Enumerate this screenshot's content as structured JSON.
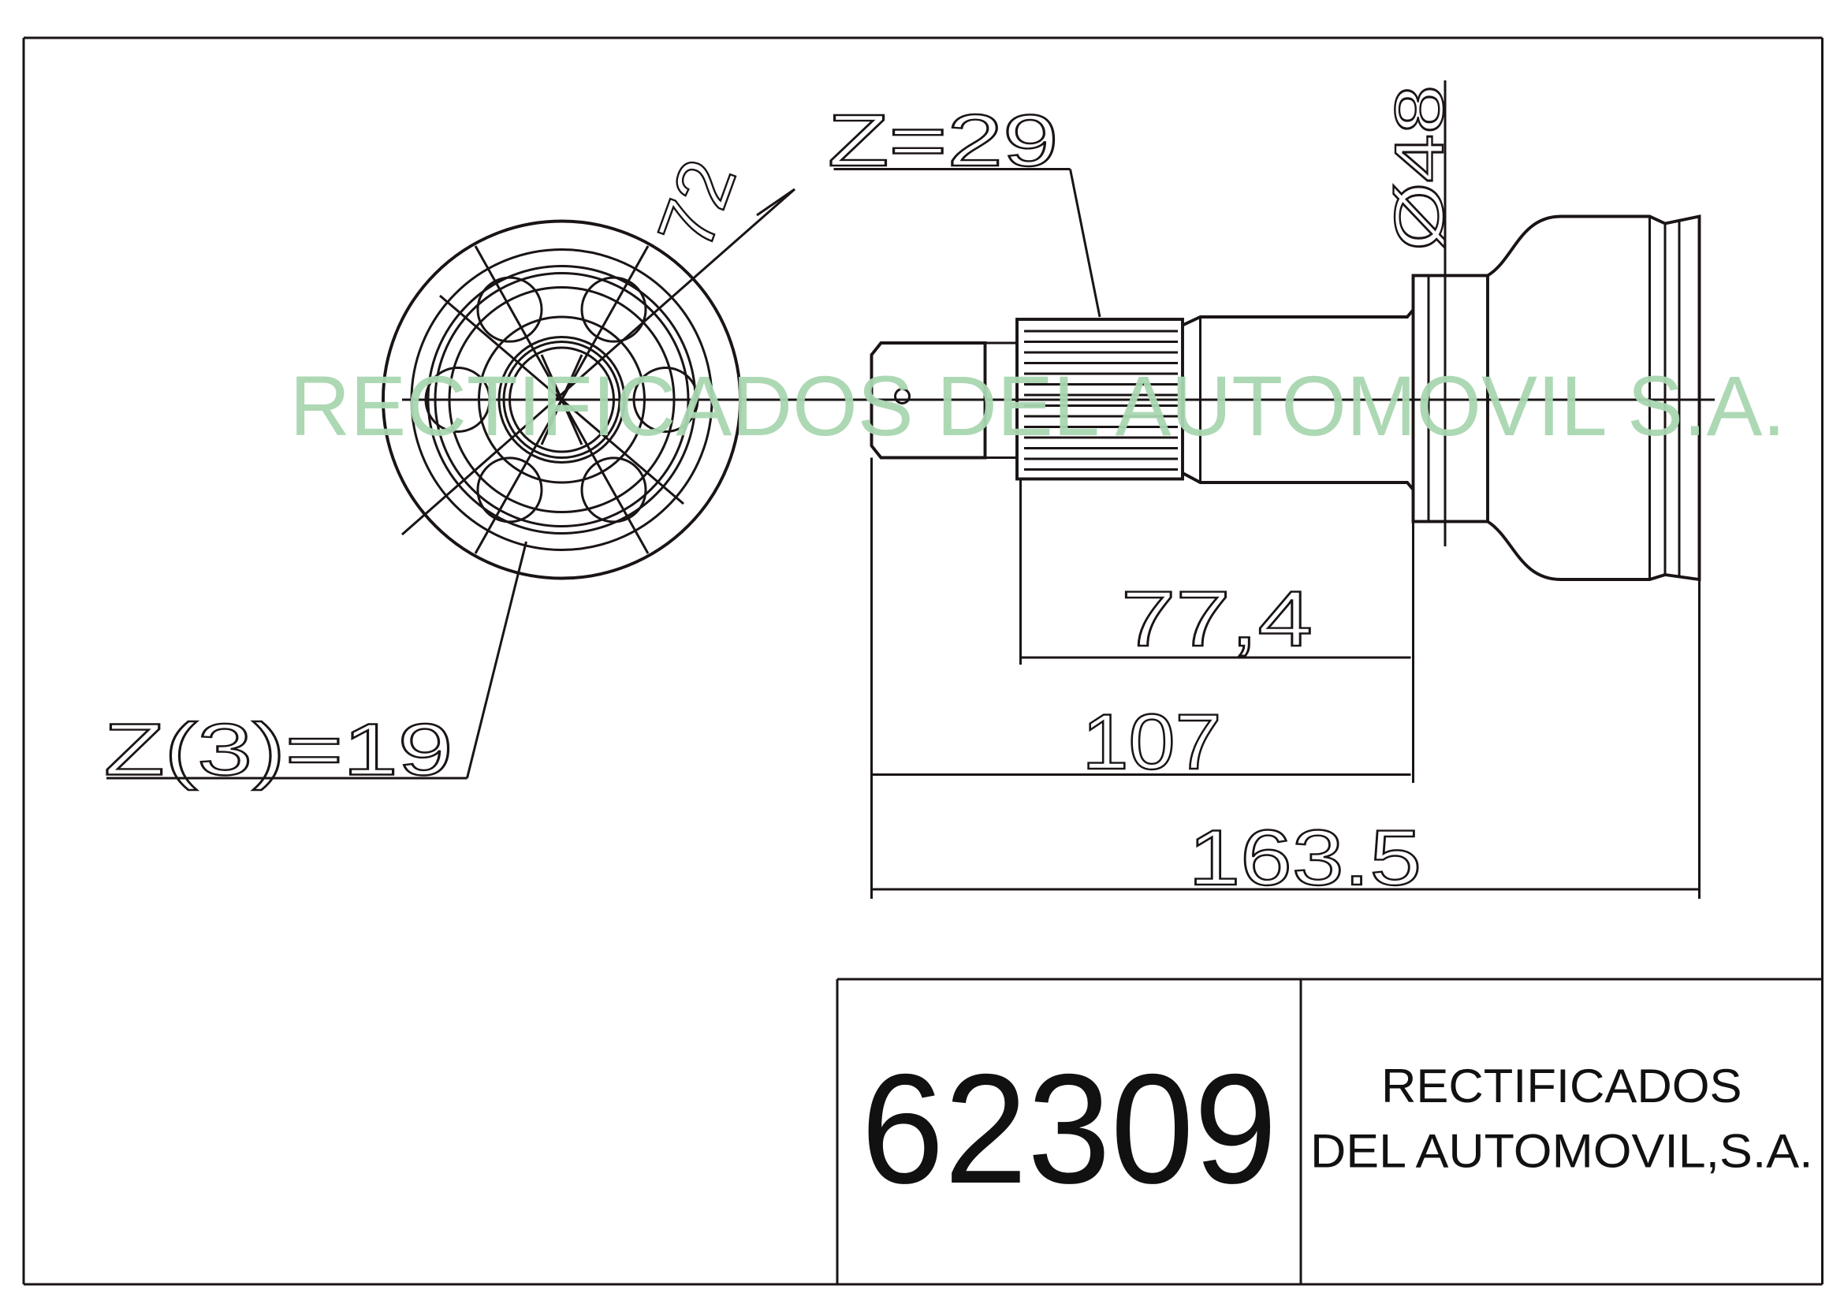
{
  "drawing": {
    "watermark": "RECTIFICADOS DEL AUTOMOVIL S.A.",
    "dimensions": {
      "spline_teeth_outer": "Z=29",
      "spline_teeth_inner": "Z(3)=19",
      "outer_diameter_face": "72",
      "bell_diameter": "Ø48",
      "spline_length": "77,4",
      "shaft_length": "107",
      "total_length": "163.5"
    }
  },
  "title_block": {
    "part_number": "62309",
    "company_line1": "RECTIFICADOS",
    "company_line2": "DEL AUTOMOVIL,S.A."
  },
  "colors": {
    "line": "#1a1414",
    "watermark": "#a9d6b1"
  }
}
